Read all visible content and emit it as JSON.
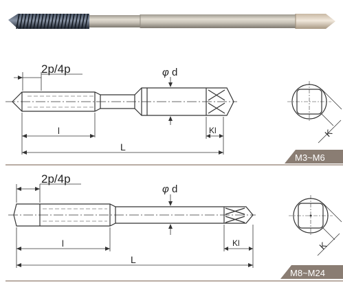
{
  "colors": {
    "line": "#333333",
    "badge": "#8a7d73",
    "divider": "#b9aca3",
    "tool_body": "#b5b0a6",
    "thread_dark": "#2a3340"
  },
  "top_view": {
    "pitch_label": "2p/4p",
    "phi_symbol": "φ",
    "diameter_label": "d",
    "thread_length_label": "l",
    "overall_length_label": "L",
    "square_length_label": "Kl",
    "square_size_label": "K",
    "size_range_label": "M3~M6"
  },
  "bottom_view": {
    "pitch_label": "2p/4p",
    "phi_symbol": "φ",
    "diameter_label": "d",
    "thread_length_label": "l",
    "overall_length_label": "L",
    "square_length_label": "Kl",
    "square_size_label": "K",
    "size_range_label": "M8~M24"
  }
}
